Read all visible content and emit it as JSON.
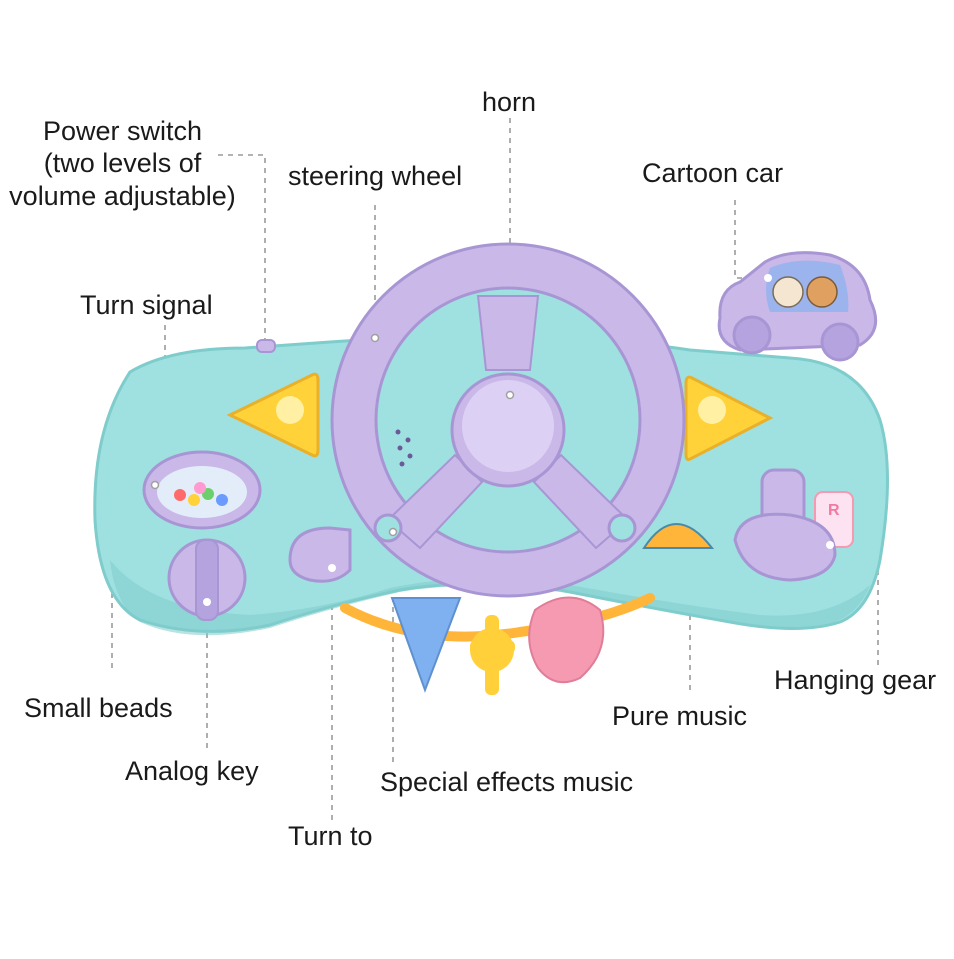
{
  "labels": {
    "horn": "horn",
    "power_switch": "Power switch\n(two levels of\nvolume adjustable)",
    "steering_wheel": "steering wheel",
    "cartoon_car": "Cartoon car",
    "turn_signal": "Turn signal",
    "small_beads": "Small beads",
    "analog_key": "Analog key",
    "turn_to": "Turn to",
    "special_effects_music": "Special effects music",
    "pure_music": "Pure music",
    "hanging_gear": "Hanging gear"
  },
  "toy": {
    "gear_letter": "R"
  },
  "colors": {
    "body": "#9fe0e0",
    "body_shade": "#7fcccc",
    "purple": "#c9b8e8",
    "purple_dark": "#a896d4",
    "signal_yellow": "#ffd23a",
    "leader_line": "#9a9a9a",
    "ring_orange": "#ffb43a",
    "key_blue": "#7fb0f0",
    "key_yellow": "#ffd03a",
    "key_pink": "#f59ab0"
  }
}
